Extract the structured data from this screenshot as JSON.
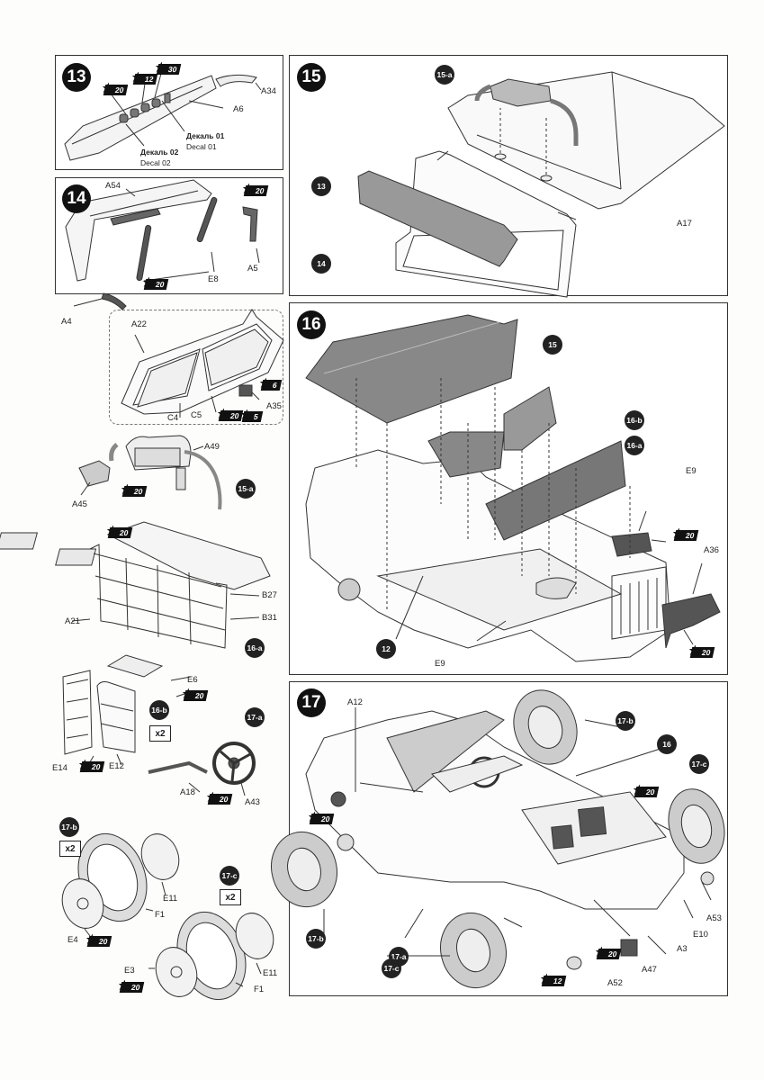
{
  "steps": {
    "s13": {
      "num": "13",
      "parts": {
        "a34": "A34",
        "a6": "A6"
      },
      "paint": {
        "p20": "20",
        "p12": "12",
        "p30": "30"
      },
      "decal01": {
        "ru": "Декаль 01",
        "en": "Decal 01"
      },
      "decal02": {
        "ru": "Декаль 02",
        "en": "Decal 02"
      }
    },
    "s14": {
      "num": "14",
      "parts": {
        "a54": "A54",
        "e8": "E8",
        "a5": "A5",
        "a4": "A4",
        "a22": "A22",
        "c4": "C4",
        "c5": "C5",
        "a35": "A35"
      },
      "paint": {
        "p20a": "20",
        "p20b": "20",
        "p6": "6",
        "p20c": "20",
        "p5": "5"
      }
    },
    "s15": {
      "num": "15",
      "sub": "15-a",
      "parts": {
        "a17": "A17"
      },
      "ref13": "13",
      "ref14": "14"
    },
    "s15a": {
      "sub": "15-a",
      "parts": {
        "a49": "A49",
        "a45": "A45"
      },
      "paint": {
        "p20": "20"
      }
    },
    "s16a_sub": {
      "sub": "16-a",
      "parts": {
        "b27": "B27",
        "b31": "B31",
        "a21": "A21"
      },
      "paint": {
        "p20": "20"
      }
    },
    "s16b_sub": {
      "sub": "16-b",
      "mult": "x2",
      "parts": {
        "e6": "E6",
        "e14": "E14",
        "e12": "E12"
      },
      "paint": {
        "p20a": "20",
        "p20b": "20"
      }
    },
    "s17a_sub": {
      "sub": "17-a",
      "parts": {
        "a18": "A18",
        "a43": "A43"
      },
      "paint": {
        "p20": "20"
      }
    },
    "s16": {
      "num": "16",
      "ref15": "15",
      "ref16b": "16-b",
      "ref16a": "16-a",
      "ref12": "12",
      "parts": {
        "e9a": "E9",
        "a36": "A36",
        "e9b": "E9"
      },
      "paint": {
        "p20a": "20",
        "p20b": "20"
      }
    },
    "s17b_sub": {
      "sub": "17-b",
      "mult": "x2",
      "parts": {
        "e11": "E11",
        "f1": "F1",
        "e4": "E4"
      },
      "paint": {
        "p20": "20"
      }
    },
    "s17c_sub": {
      "sub": "17-c",
      "mult": "x2",
      "parts": {
        "e3": "E3",
        "e11": "E11",
        "f1": "F1"
      },
      "paint": {
        "p20": "20"
      }
    },
    "s17": {
      "num": "17",
      "ref17b_top": "17-b",
      "ref16": "16",
      "ref17c_right": "17-c",
      "ref17b_left": "17-b",
      "ref17a": "17-a",
      "ref17c_bottom": "17-c",
      "parts": {
        "a12": "A12",
        "a53": "A53",
        "e10": "E10",
        "a3": "A3",
        "a47": "A47",
        "a52": "A52"
      },
      "paint": {
        "p20a": "20",
        "p20b": "20",
        "p20c": "20",
        "p12": "12"
      }
    }
  }
}
